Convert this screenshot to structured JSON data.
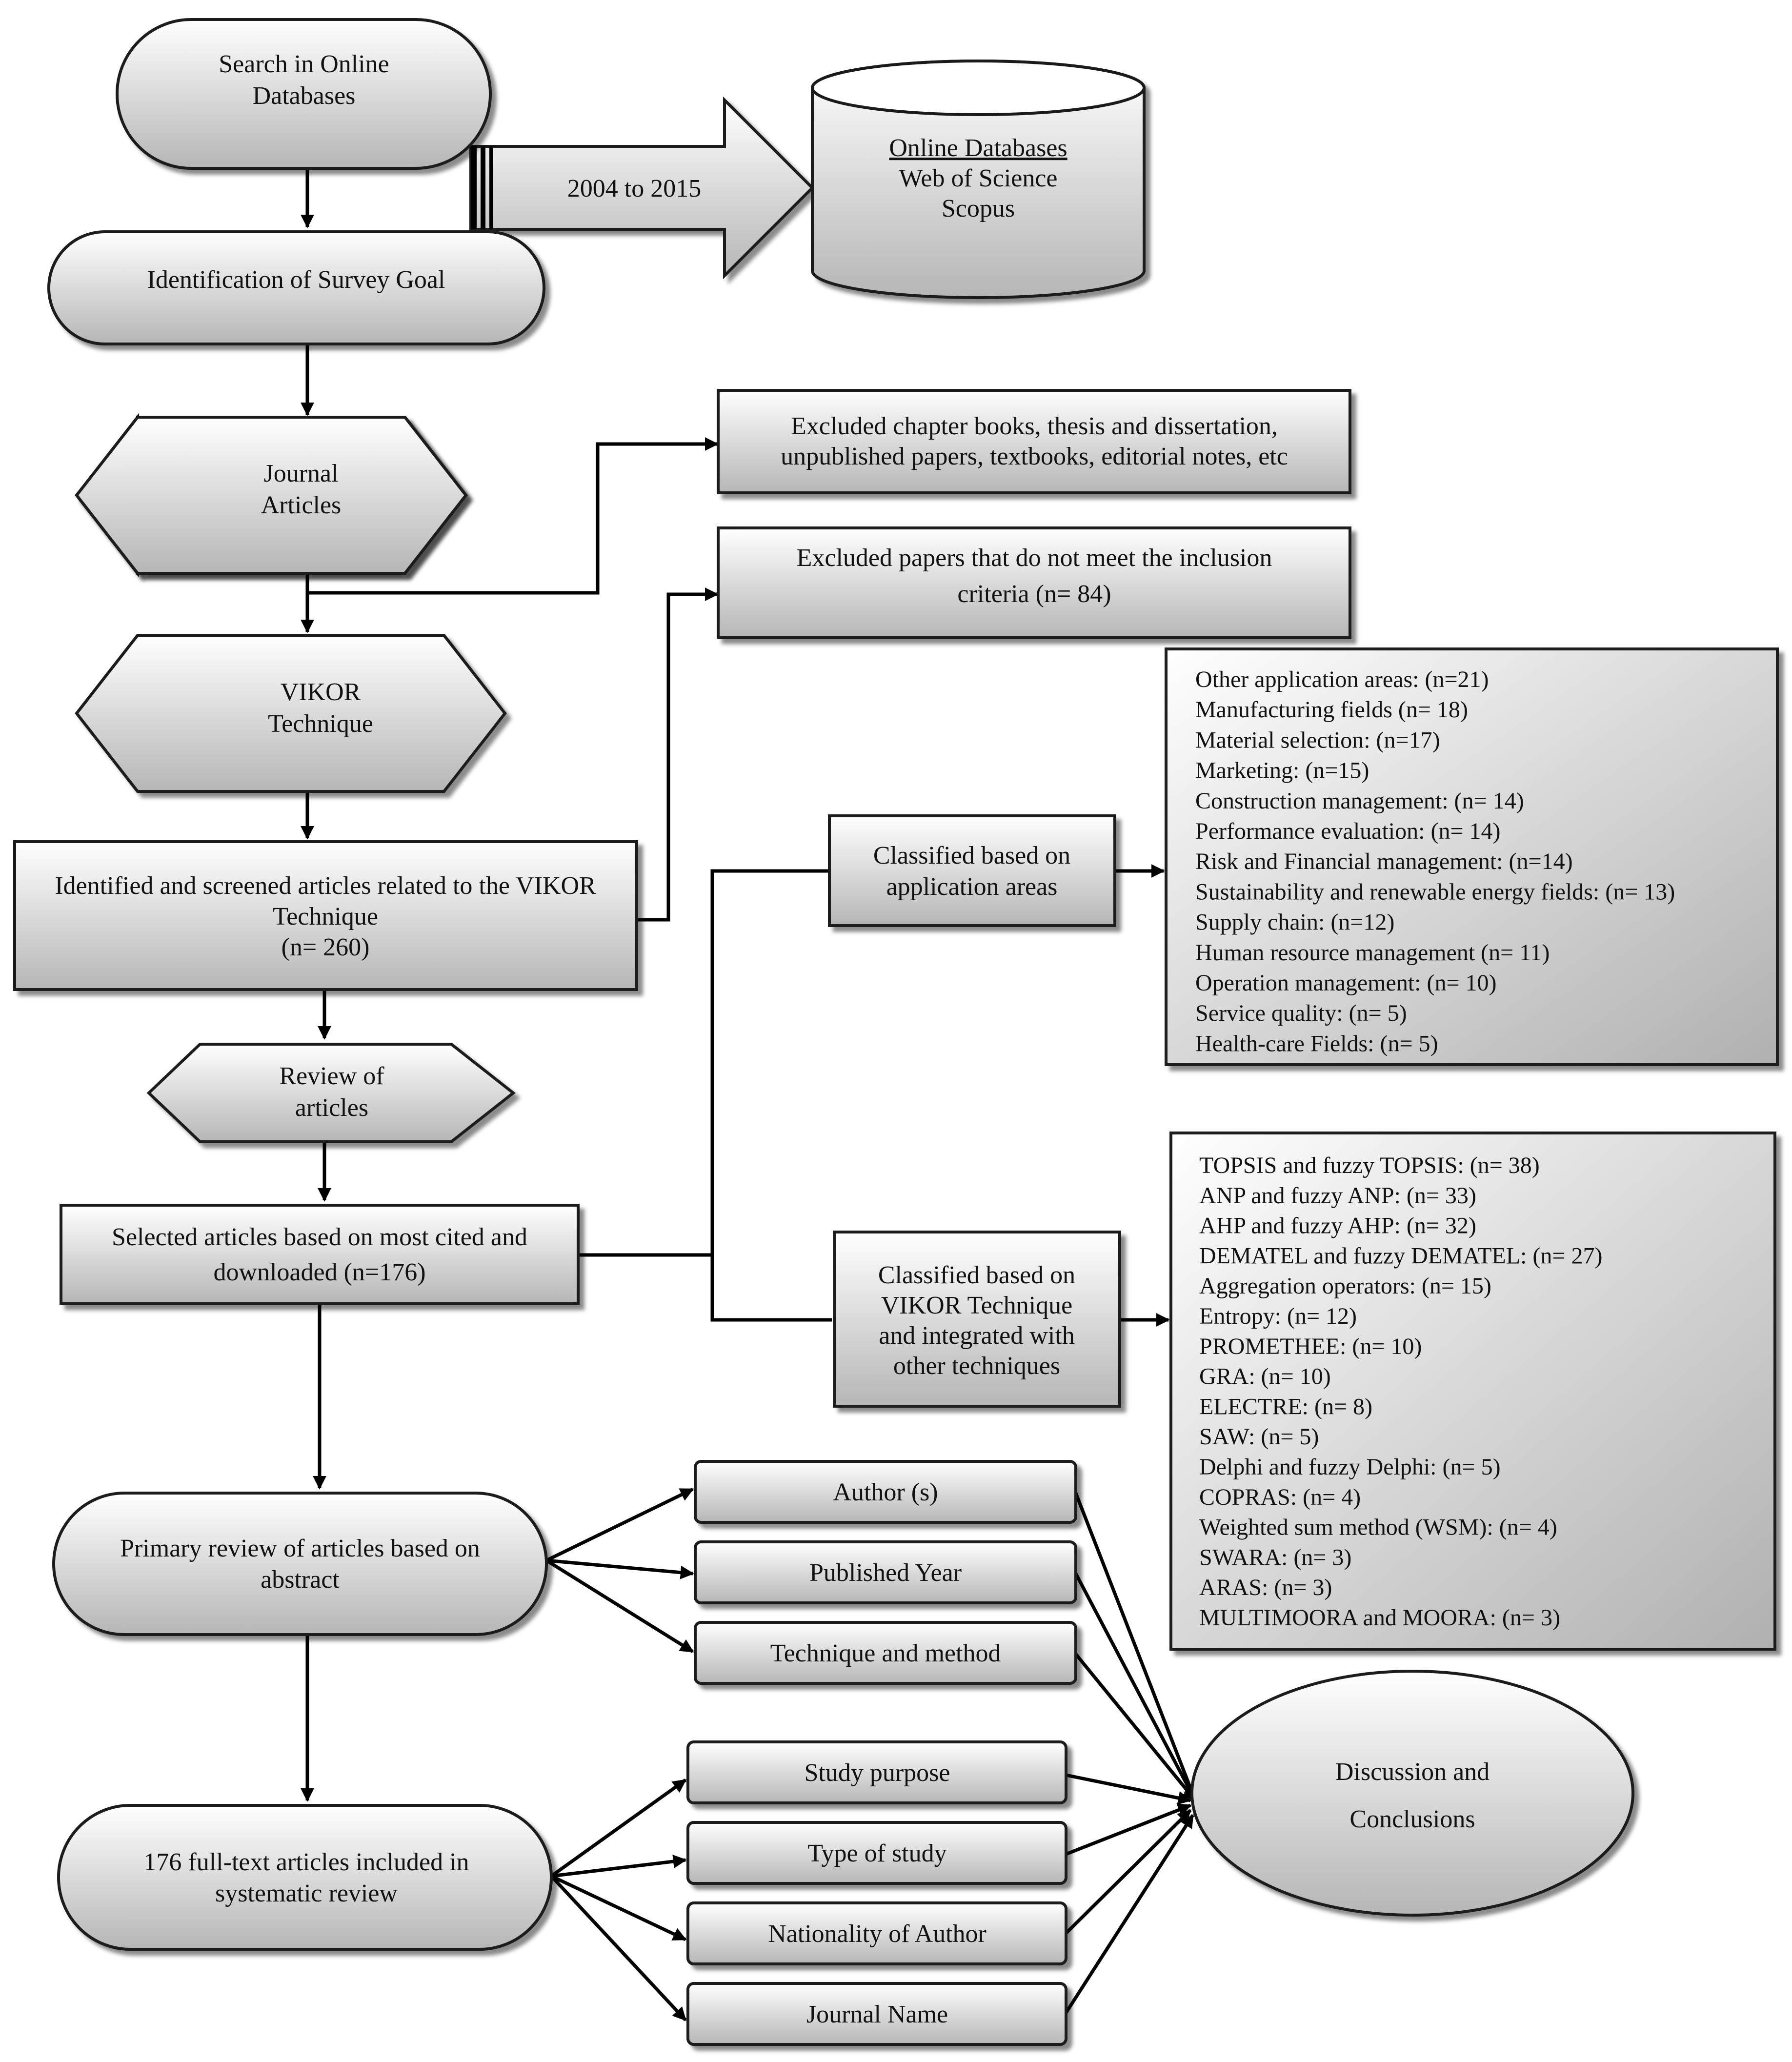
{
  "nodes": {
    "search": [
      "Search in Online",
      "Databases"
    ],
    "period_arrow": [
      "2004 to 2015"
    ],
    "databases": {
      "heading": "Online Databases",
      "lines": [
        "Web of Science",
        "Scopus"
      ]
    },
    "survey_goal": [
      "Identification of Survey Goal"
    ],
    "journal_articles": [
      "Journal",
      "Articles"
    ],
    "excluded_books": [
      "Excluded chapter books, thesis and dissertation,",
      "unpublished papers, textbooks, editorial notes, etc"
    ],
    "excluded_criteria": [
      "Excluded papers that do not meet the inclusion",
      "criteria (n= 84)"
    ],
    "vikor_technique": [
      "VIKOR",
      "Technique"
    ],
    "identified_screened": [
      "Identified and screened articles related to the VIKOR",
      "Technique",
      "(n= 260)"
    ],
    "classified_application": [
      "Classified based on",
      "application areas"
    ],
    "review_articles": [
      "Review of",
      "articles"
    ],
    "selected_articles": [
      "Selected articles based on most cited and",
      "downloaded  (n=176)"
    ],
    "classified_vikor": [
      "Classified based on",
      "VIKOR Technique",
      "and integrated with",
      "other techniques"
    ],
    "primary_review": [
      "Primary review of articles based on",
      "abstract"
    ],
    "author": [
      "Author (s)"
    ],
    "published_year": [
      "Published Year"
    ],
    "technique_method": [
      "Technique and method"
    ],
    "fulltext": [
      "176 full-text articles included in",
      "systematic review"
    ],
    "study_purpose": [
      "Study purpose"
    ],
    "type_study": [
      "Type of study"
    ],
    "nationality": [
      "Nationality of Author"
    ],
    "journal_name": [
      "Journal Name"
    ],
    "discussion": [
      "Discussion and",
      "Conclusions"
    ]
  },
  "application_areas": [
    "Other application areas: (n=21)",
    "Manufacturing fields (n= 18)",
    "Material selection: (n=17)",
    "Marketing: (n=15)",
    "Construction management: (n= 14)",
    "Performance evaluation: (n= 14)",
    "Risk and Financial  management: (n=14)",
    "Sustainability and renewable energy fields: (n= 13)",
    "Supply chain: (n=12)",
    "Human resource management (n= 11)",
    "Operation management: (n= 10)",
    "Service quality: (n= 5)",
    "Health-care Fields: (n= 5)"
  ],
  "integrated_techniques": [
    "TOPSIS and fuzzy TOPSIS: (n= 38)",
    "ANP and fuzzy ANP: (n= 33)",
    "AHP and fuzzy AHP: (n= 32)",
    "DEMATEL and fuzzy DEMATEL: (n= 27)",
    "Aggregation operators: (n= 15)",
    "Entropy: (n= 12)",
    "PROMETHEE: (n= 10)",
    "GRA: (n= 10)",
    "ELECTRE: (n= 8)",
    "SAW: (n= 5)",
    "Delphi and fuzzy Delphi: (n= 5)",
    "COPRAS: (n= 4)",
    "Weighted sum method (WSM): (n= 4)",
    "SWARA: (n= 3)",
    "ARAS: (n= 3)",
    "MULTIMOORA and MOORA: (n= 3)"
  ],
  "colors": {
    "shape_top": "#ffffff",
    "shape_bottom": "#b4b4b4",
    "line": "#000000",
    "text": "#111111"
  }
}
